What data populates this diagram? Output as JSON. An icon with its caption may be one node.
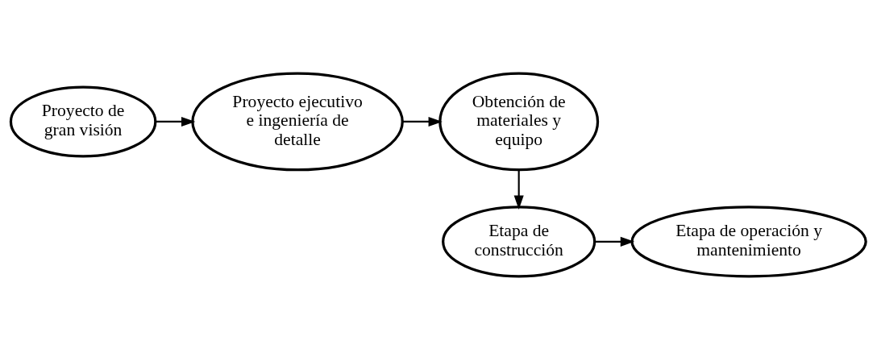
{
  "diagram": {
    "nodes": [
      {
        "text": [
          "Proyecto de gran visión"
        ]
      },
      {
        "text": [
          "Proyecto ejecutivo e ingeniería de detalle"
        ]
      },
      {
        "text": [
          "Obtención de materiales y equipo"
        ]
      },
      {
        "text": [
          "Etapa de construcción"
        ]
      },
      {
        "text": [
          "Etapa de operación y mantenimiento"
        ]
      }
    ],
    "edges": [
      {
        "from": 0,
        "to": 1,
        "arrow": "to"
      },
      {
        "from": 1,
        "to": 2,
        "arrow": "to"
      },
      {
        "from": 2,
        "to": 3,
        "arrow": "to"
      },
      {
        "from": 3,
        "to": 4,
        "arrow": "to"
      }
    ]
  }
}
